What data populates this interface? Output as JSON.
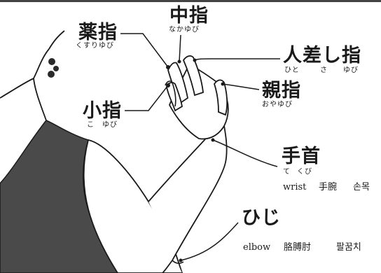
{
  "labels": {
    "middle": {
      "term": "中指",
      "reading": "なかゆび"
    },
    "ring": {
      "term": "薬指",
      "reading": "くすりゆび"
    },
    "index": {
      "term": "人差し指",
      "reading_1": "ひと",
      "reading_2": "さ",
      "reading_3": "ゆび"
    },
    "thumb": {
      "term": "親指",
      "reading": "おやゆび"
    },
    "little": {
      "term": "小指",
      "reading_1": "こ",
      "reading_2": "ゆび"
    },
    "wrist": {
      "term": "手首",
      "reading_1": "て",
      "reading_2": "くび",
      "en": "wrist",
      "zh": "手腕",
      "ko": "손목"
    },
    "elbow": {
      "term": "ひじ",
      "en": "elbow",
      "zh": "胳膊肘",
      "ko": "팔꿈치"
    }
  },
  "colors": {
    "ink": "#1a1a1a",
    "shirt": "#4a4a4a",
    "skin": "#ffffff"
  }
}
